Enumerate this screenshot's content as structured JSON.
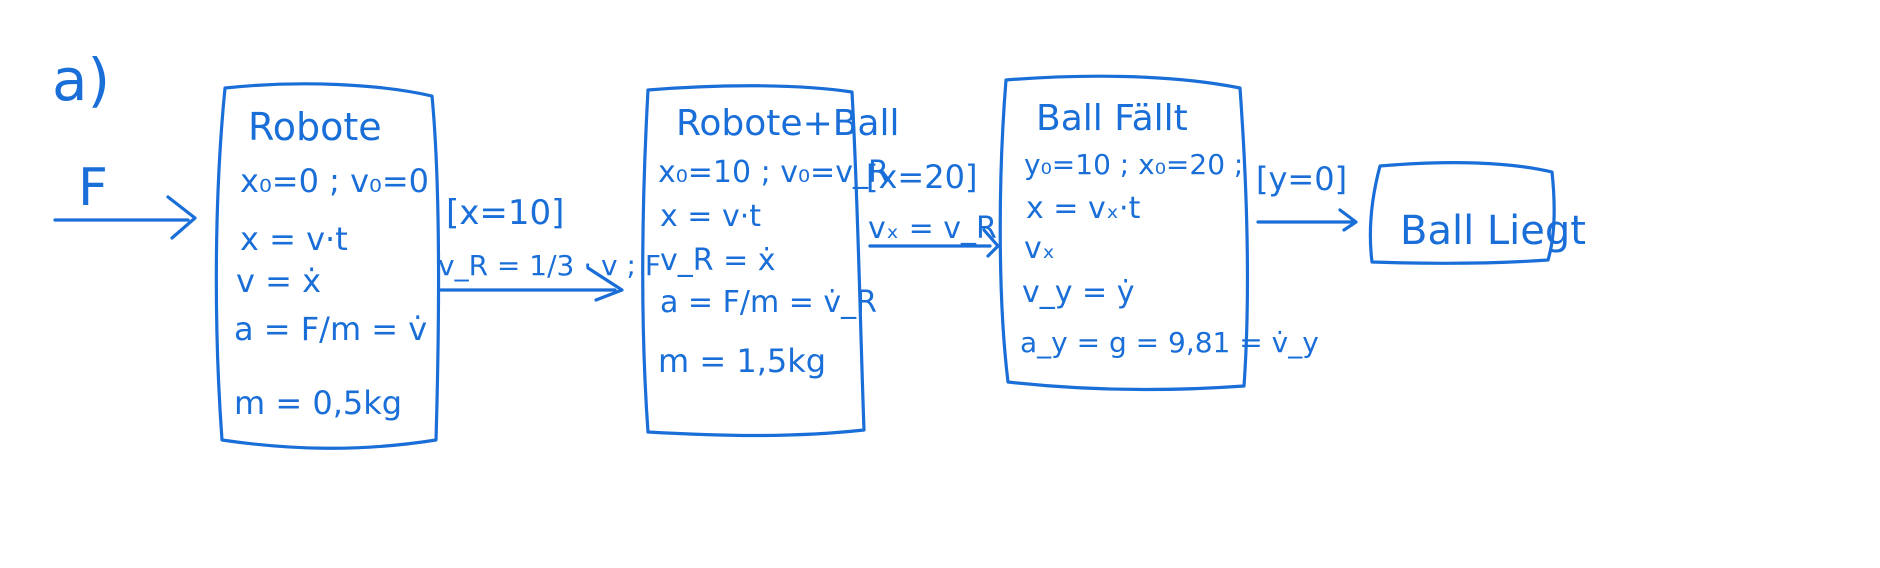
{
  "part_label": "a)",
  "input": {
    "label": "F"
  },
  "states": [
    {
      "title": "Robote",
      "lines": [
        "x₀=0 ; v₀=0",
        "x = v·t",
        "v = ẋ",
        "a = F/m = v̇",
        "m = 0,5kg"
      ]
    },
    {
      "title": "Robote+Ball",
      "lines": [
        "x₀=10 ; v₀=v_R",
        "x = v·t",
        "v_R = ẋ",
        "a = F/m = v̇_R",
        "m = 1,5kg"
      ]
    },
    {
      "title": "Ball Fällt",
      "lines": [
        "y₀=10 ; x₀=20 ;",
        "x = vₓ·t",
        "vₓ",
        "v_y = ẏ",
        "a_y = g = 9,81 = v̇_y"
      ]
    },
    {
      "title": "Ball Liegt",
      "lines": []
    }
  ],
  "transitions": [
    {
      "guard": "[x=10]",
      "action": "v_R = 1/3 · v ; F"
    },
    {
      "guard": "[x=20]",
      "action": "vₓ = v_R"
    },
    {
      "guard": "[y=0]",
      "action": ""
    }
  ]
}
